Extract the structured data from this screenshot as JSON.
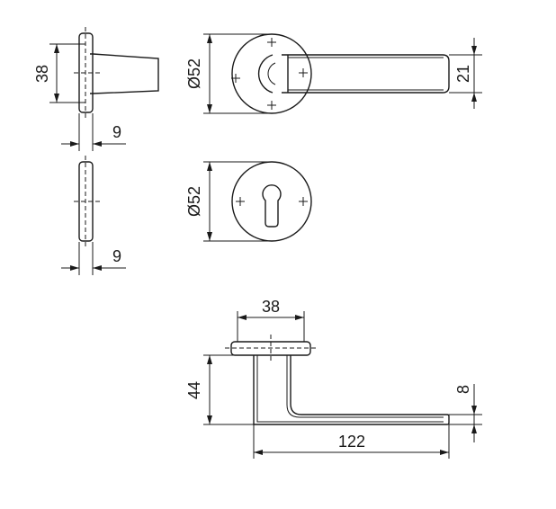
{
  "dimensions": {
    "rose_side_height": "38",
    "rose_side_thickness": "9",
    "escutcheon_side_thickness": "9",
    "rose_diameter": "Ø52",
    "lever_thickness": "21",
    "escutcheon_diameter": "Ø52",
    "base_width": "38",
    "lever_height": "44",
    "lever_length": "122",
    "lever_end_thickness": "8"
  },
  "colors": {
    "line": "#1a1a1a",
    "background": "#ffffff"
  }
}
